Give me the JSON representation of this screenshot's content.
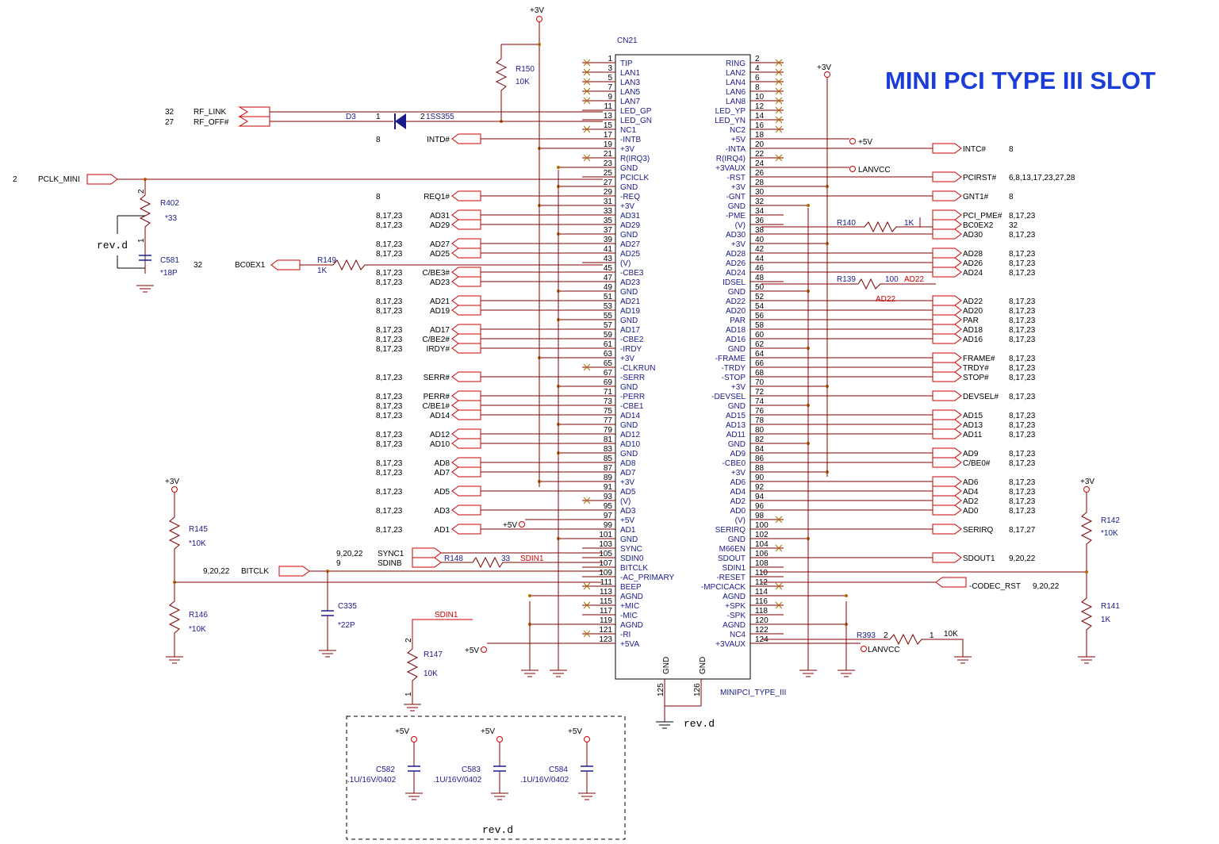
{
  "title": "MINI PCI TYPE III SLOT",
  "colors": {
    "title": "#1a3cd8",
    "wire": "#800000",
    "pin": "#1a1a8c",
    "red": "#cc0000",
    "nc": "#b36b00"
  },
  "connector": {
    "ref": "CN21",
    "part": "MINIPCI_TYPE_III",
    "gnd_pins": [
      "125",
      "126"
    ],
    "gnd_label": "GND"
  },
  "left_pins": [
    [
      "1",
      "TIP"
    ],
    [
      "3",
      "LAN1"
    ],
    [
      "5",
      "LAN3"
    ],
    [
      "7",
      "LAN5"
    ],
    [
      "9",
      "LAN7"
    ],
    [
      "11",
      "LED_GP"
    ],
    [
      "13",
      "LED_GN"
    ],
    [
      "15",
      "NC1"
    ],
    [
      "17",
      "-INTB"
    ],
    [
      "19",
      "+3V"
    ],
    [
      "21",
      "R(IRQ3)"
    ],
    [
      "23",
      "GND"
    ],
    [
      "25",
      "PCICLK"
    ],
    [
      "27",
      "GND"
    ],
    [
      "29",
      "-REQ"
    ],
    [
      "31",
      "+3V"
    ],
    [
      "33",
      "AD31"
    ],
    [
      "35",
      "AD29"
    ],
    [
      "37",
      "GND"
    ],
    [
      "39",
      "AD27"
    ],
    [
      "41",
      "AD25"
    ],
    [
      "43",
      "(V)"
    ],
    [
      "45",
      "-CBE3"
    ],
    [
      "47",
      "AD23"
    ],
    [
      "49",
      "GND"
    ],
    [
      "51",
      "AD21"
    ],
    [
      "53",
      "AD19"
    ],
    [
      "55",
      "GND"
    ],
    [
      "57",
      "AD17"
    ],
    [
      "59",
      "-CBE2"
    ],
    [
      "61",
      "-IRDY"
    ],
    [
      "63",
      "+3V"
    ],
    [
      "65",
      "-CLKRUN"
    ],
    [
      "67",
      "-SERR"
    ],
    [
      "69",
      "GND"
    ],
    [
      "71",
      "-PERR"
    ],
    [
      "73",
      "-CBE1"
    ],
    [
      "75",
      "AD14"
    ],
    [
      "77",
      "GND"
    ],
    [
      "79",
      "AD12"
    ],
    [
      "81",
      "AD10"
    ],
    [
      "83",
      "GND"
    ],
    [
      "85",
      "AD8"
    ],
    [
      "87",
      "AD7"
    ],
    [
      "89",
      "+3V"
    ],
    [
      "91",
      "AD5"
    ],
    [
      "93",
      "(V)"
    ],
    [
      "95",
      "AD3"
    ],
    [
      "97",
      "+5V"
    ],
    [
      "99",
      "AD1"
    ],
    [
      "101",
      "GND"
    ],
    [
      "103",
      "SYNC"
    ],
    [
      "105",
      "SDIN0"
    ],
    [
      "107",
      "BITCLK"
    ],
    [
      "109",
      "-AC_PRIMARY"
    ],
    [
      "111",
      "BEEP"
    ],
    [
      "113",
      "AGND"
    ],
    [
      "115",
      "+MIC"
    ],
    [
      "117",
      "-MIC"
    ],
    [
      "119",
      "AGND"
    ],
    [
      "121",
      "-RI"
    ],
    [
      "123",
      "+5VA"
    ]
  ],
  "right_pins": [
    [
      "2",
      "RING"
    ],
    [
      "4",
      "LAN2"
    ],
    [
      "6",
      "LAN4"
    ],
    [
      "8",
      "LAN6"
    ],
    [
      "10",
      "LAN8"
    ],
    [
      "12",
      "LED_YP"
    ],
    [
      "14",
      "LED_YN"
    ],
    [
      "16",
      "NC2"
    ],
    [
      "18",
      "+5V"
    ],
    [
      "20",
      "-INTA"
    ],
    [
      "22",
      "R(IRQ4)"
    ],
    [
      "24",
      "+3VAUX"
    ],
    [
      "26",
      "-RST"
    ],
    [
      "28",
      "+3V"
    ],
    [
      "30",
      "-GNT"
    ],
    [
      "32",
      "GND"
    ],
    [
      "34",
      "-PME"
    ],
    [
      "36",
      "(V)"
    ],
    [
      "38",
      "AD30"
    ],
    [
      "40",
      "+3V"
    ],
    [
      "42",
      "AD28"
    ],
    [
      "44",
      "AD26"
    ],
    [
      "46",
      "AD24"
    ],
    [
      "48",
      "IDSEL"
    ],
    [
      "50",
      "GND"
    ],
    [
      "52",
      "AD22"
    ],
    [
      "54",
      "AD20"
    ],
    [
      "56",
      "PAR"
    ],
    [
      "58",
      "AD18"
    ],
    [
      "60",
      "AD16"
    ],
    [
      "62",
      "GND"
    ],
    [
      "64",
      "-FRAME"
    ],
    [
      "66",
      "-TRDY"
    ],
    [
      "68",
      "-STOP"
    ],
    [
      "70",
      "+3V"
    ],
    [
      "72",
      "-DEVSEL"
    ],
    [
      "74",
      "GND"
    ],
    [
      "76",
      "AD15"
    ],
    [
      "78",
      "AD13"
    ],
    [
      "80",
      "AD11"
    ],
    [
      "82",
      "GND"
    ],
    [
      "84",
      "AD9"
    ],
    [
      "86",
      "-CBE0"
    ],
    [
      "88",
      "+3V"
    ],
    [
      "90",
      "AD6"
    ],
    [
      "92",
      "AD4"
    ],
    [
      "94",
      "AD2"
    ],
    [
      "96",
      "AD0"
    ],
    [
      "98",
      "(V)"
    ],
    [
      "100",
      "SERIRQ"
    ],
    [
      "102",
      "GND"
    ],
    [
      "104",
      "M66EN"
    ],
    [
      "106",
      "SDOUT"
    ],
    [
      "108",
      "SDIN1"
    ],
    [
      "110",
      "-RESET"
    ],
    [
      "112",
      "-MPCICACK"
    ],
    [
      "114",
      "AGND"
    ],
    [
      "116",
      "+SPK"
    ],
    [
      "118",
      "-SPK"
    ],
    [
      "120",
      "AGND"
    ],
    [
      "122",
      "NC4"
    ],
    [
      "124",
      "+3VAUX"
    ]
  ],
  "left_nc": [
    "1",
    "3",
    "5",
    "7",
    "9",
    "15",
    "21",
    "65",
    "93",
    "111",
    "115",
    "121"
  ],
  "right_nc": [
    "2",
    "4",
    "6",
    "8",
    "10",
    "12",
    "14",
    "16",
    "22",
    "98",
    "104",
    "112",
    "116"
  ],
  "left_ports": [
    [
      "17",
      "INTD#",
      "8"
    ],
    [
      "29",
      "REQ1#",
      "8"
    ],
    [
      "33",
      "AD31",
      "8,17,23"
    ],
    [
      "35",
      "AD29",
      "8,17,23"
    ],
    [
      "39",
      "AD27",
      "8,17,23"
    ],
    [
      "41",
      "AD25",
      "8,17,23"
    ],
    [
      "45",
      "C/BE3#",
      "8,17,23"
    ],
    [
      "47",
      "AD23",
      "8,17,23"
    ],
    [
      "51",
      "AD21",
      "8,17,23"
    ],
    [
      "53",
      "AD19",
      "8,17,23"
    ],
    [
      "57",
      "AD17",
      "8,17,23"
    ],
    [
      "59",
      "C/BE2#",
      "8,17,23"
    ],
    [
      "61",
      "IRDY#",
      "8,17,23"
    ],
    [
      "67",
      "SERR#",
      "8,17,23"
    ],
    [
      "71",
      "PERR#",
      "8,17,23"
    ],
    [
      "73",
      "C/BE1#",
      "8,17,23"
    ],
    [
      "75",
      "AD14",
      "8,17,23"
    ],
    [
      "79",
      "AD12",
      "8,17,23"
    ],
    [
      "81",
      "AD10",
      "8,17,23"
    ],
    [
      "85",
      "AD8",
      "8,17,23"
    ],
    [
      "87",
      "AD7",
      "8,17,23"
    ],
    [
      "91",
      "AD5",
      "8,17,23"
    ],
    [
      "95",
      "AD3",
      "8,17,23"
    ],
    [
      "99",
      "AD1",
      "8,17,23"
    ]
  ],
  "right_ports": [
    [
      "20",
      "INTC#",
      "8"
    ],
    [
      "26",
      "PCIRST#",
      "6,8,13,17,23,27,28"
    ],
    [
      "30",
      "GNT1#",
      "8"
    ],
    [
      "34",
      "PCI_PME#",
      "8,17,23"
    ],
    [
      "36",
      "BC0EX2",
      "32"
    ],
    [
      "38",
      "AD30",
      "8,17,23"
    ],
    [
      "42",
      "AD28",
      "8,17,23"
    ],
    [
      "44",
      "AD26",
      "8,17,23"
    ],
    [
      "46",
      "AD24",
      "8,17,23"
    ],
    [
      "52",
      "AD22",
      "8,17,23"
    ],
    [
      "54",
      "AD20",
      "8,17,23"
    ],
    [
      "56",
      "PAR",
      "8,17,23"
    ],
    [
      "58",
      "AD18",
      "8,17,23"
    ],
    [
      "60",
      "AD16",
      "8,17,23"
    ],
    [
      "64",
      "FRAME#",
      "8,17,23"
    ],
    [
      "66",
      "TRDY#",
      "8,17,23"
    ],
    [
      "68",
      "STOP#",
      "8,17,23"
    ],
    [
      "72",
      "DEVSEL#",
      "8,17,23"
    ],
    [
      "76",
      "AD15",
      "8,17,23"
    ],
    [
      "78",
      "AD13",
      "8,17,23"
    ],
    [
      "80",
      "AD11",
      "8,17,23"
    ],
    [
      "84",
      "AD9",
      "8,17,23"
    ],
    [
      "86",
      "C/BE0#",
      "8,17,23"
    ],
    [
      "90",
      "AD6",
      "8,17,23"
    ],
    [
      "92",
      "AD4",
      "8,17,23"
    ],
    [
      "94",
      "AD2",
      "8,17,23"
    ],
    [
      "96",
      "AD0",
      "8,17,23"
    ],
    [
      "100",
      "SERIRQ",
      "8,17,27"
    ],
    [
      "106",
      "SDOUT1",
      "9,20,22"
    ]
  ],
  "power": {
    "p3v": "+3V",
    "p5v": "+5V",
    "lanvcc": "LANVCC"
  },
  "misc": {
    "rf_link": "RF_LINK",
    "rf_link_ref": "32",
    "rf_off": "RF_OFF#",
    "rf_off_ref": "27",
    "d3": "D3",
    "d3_part": "1SS355",
    "d3_p1": "1",
    "d3_p2": "2",
    "r150": "R150",
    "r150_val": "10K",
    "pclk": "PCLK_MINI",
    "pclk_ref": "2",
    "r402": "R402",
    "r402_val": "*33",
    "r402_p1": "1",
    "r402_p2": "2",
    "rev": "rev.d",
    "c581": "C581",
    "c581_val": "*18P",
    "bc0ex1": "BC0EX1",
    "bc0ex1_ref": "32",
    "r149": "R149",
    "r149_val": "1K",
    "r140": "R140",
    "r140_val": "1K",
    "r139": "R139",
    "r139_val": "100",
    "ad22": "AD22",
    "r145": "R145",
    "r145_val": "*10K",
    "r146": "R146",
    "r146_val": "*10K",
    "bitclk": "BITCLK",
    "bitclk_ref": "9,20,22",
    "c335": "C335",
    "c335_val": "*22P",
    "sync1": "SYNC1",
    "sync1_ref": "9,20,22",
    "sdinb": "SDINB",
    "sdinb_ref": "9",
    "r148": "R148",
    "r148_val": "33",
    "sdin1": "SDIN1",
    "r147": "R147",
    "r147_val": "10K",
    "r147_p1": "1",
    "r147_p2": "2",
    "codec_rst": "-CODEC_RST",
    "codec_rst_ref": "9,20,22",
    "r142": "R142",
    "r142_val": "*10K",
    "r141": "R141",
    "r141_val": "1K",
    "r393": "R393",
    "r393_val": "10K",
    "r393_p1": "1",
    "r393_p2": "2",
    "c582": "C582",
    "c583": "C583",
    "c584": "C584",
    "cap_val": ".1U/16V/0402"
  }
}
